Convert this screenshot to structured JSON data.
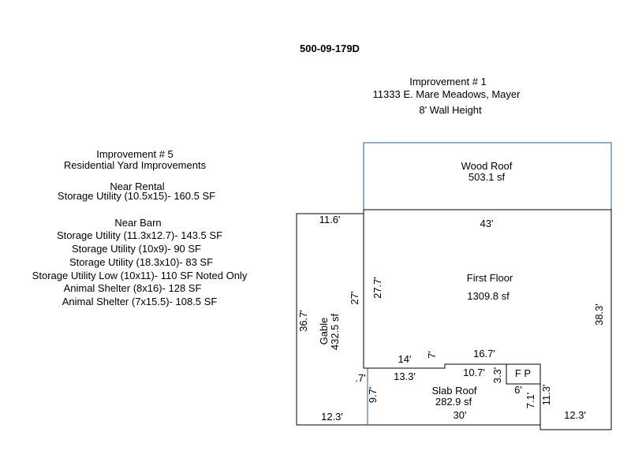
{
  "parcel_id": "500-09-179D",
  "improvement_1": {
    "title": "Improvement # 1",
    "address": "11333 E. Mare Meadows, Mayer",
    "wall_height": "8' Wall Height"
  },
  "improvement_5": {
    "title": "Improvement # 5",
    "subtitle": "Residential Yard Improvements",
    "near_rental_heading": "Near Rental",
    "near_rental_items": [
      "Storage Utility  (10.5x15)- 160.5 SF"
    ],
    "near_barn_heading": "Near Barn",
    "near_barn_items": [
      "Storage Utility (11.3x12.7)- 143.5 SF",
      "Storage Utility (10x9)- 90 SF",
      "Storage Utility (18.3x10)- 83 SF",
      "Storage Utility Low (10x11)- 110 SF Noted Only",
      "Animal Shelter (8x16)- 128 SF",
      "Animal Shelter (7x15.5)- 108.5 SF"
    ]
  },
  "areas": {
    "wood_roof_name": "Wood Roof",
    "wood_roof_area": "503.1 sf",
    "first_floor_name": "First Floor",
    "first_floor_area": "1309.8 sf",
    "gable_name": "Gable",
    "gable_area": "432.5 sf",
    "slab_roof_name": "Slab Roof",
    "slab_roof_area": "282.9 sf",
    "fireplace": "F P"
  },
  "dimensions": {
    "gable_top": "11.6'",
    "first_floor_top": "43'",
    "gable_left": "36.7'",
    "gable_inner": "27'",
    "first_floor_left": "27.7'",
    "first_floor_right": "38.3'",
    "step_14": "14'",
    "step_7": "7'",
    "step_16_7": "16.7'",
    "step_13_3": "13.3'",
    "step_10_7": "10.7'",
    "small_0_7": ".7'",
    "fp_3_3": "3.3'",
    "fp_6": "6'",
    "slab_9_7": "9.7'",
    "slab_7_1": "7.1'",
    "slab_11_3": "11.3'",
    "bottom_left": "12.3'",
    "bottom_mid": "30'",
    "bottom_right": "12.3'"
  },
  "colors": {
    "line": "#000000",
    "wood_roof_outline": "#1f5fa8",
    "slab_divider": "#1f5fa8"
  }
}
